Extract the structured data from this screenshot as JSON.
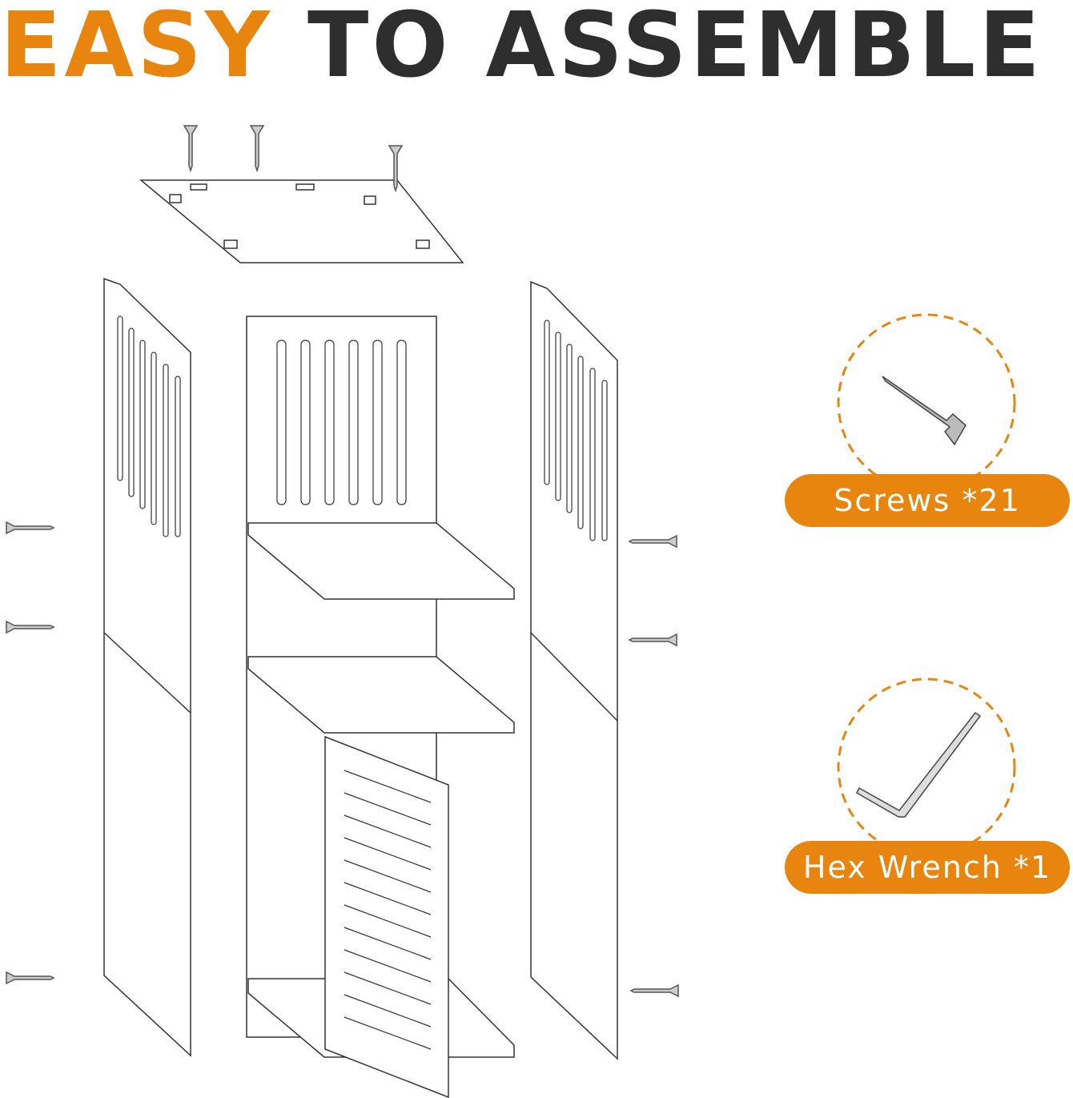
{
  "title": {
    "highlight": "EASY",
    "rest": "TO ASSEMBLE"
  },
  "parts": [
    {
      "label": "Screws *21",
      "icon": "screw-icon"
    },
    {
      "label": "Hex Wrench *1",
      "icon": "hex-wrench-icon"
    }
  ],
  "colors": {
    "accent": "#E8850F",
    "text": "#2e2e2e"
  }
}
